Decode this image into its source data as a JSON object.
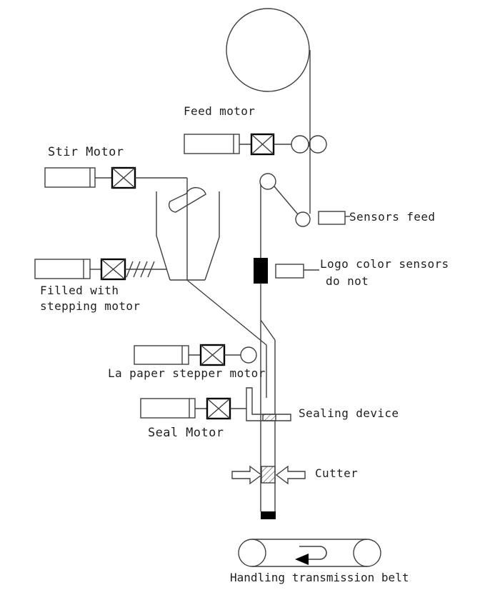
{
  "diagram": {
    "labels": {
      "feed_motor": "Feed motor",
      "stir_motor": "Stir Motor",
      "sensors_feed": "Sensors feed",
      "logo_sensor_line1": "Logo color sensors",
      "logo_sensor_line2": "do not",
      "filling_line1": "Filled with",
      "filling_line2": "stepping motor",
      "la_paper_motor": "La paper stepper motor",
      "seal_motor": "Seal Motor",
      "sealing_device": "Sealing device",
      "cutter": "Cutter",
      "belt": "Handling transmission belt"
    },
    "colors": {
      "line": "#3f3f3f",
      "bold_line": "#000000",
      "solid_mark": "#000000",
      "text": "#1f1f1f",
      "background": "#ffffff"
    }
  }
}
